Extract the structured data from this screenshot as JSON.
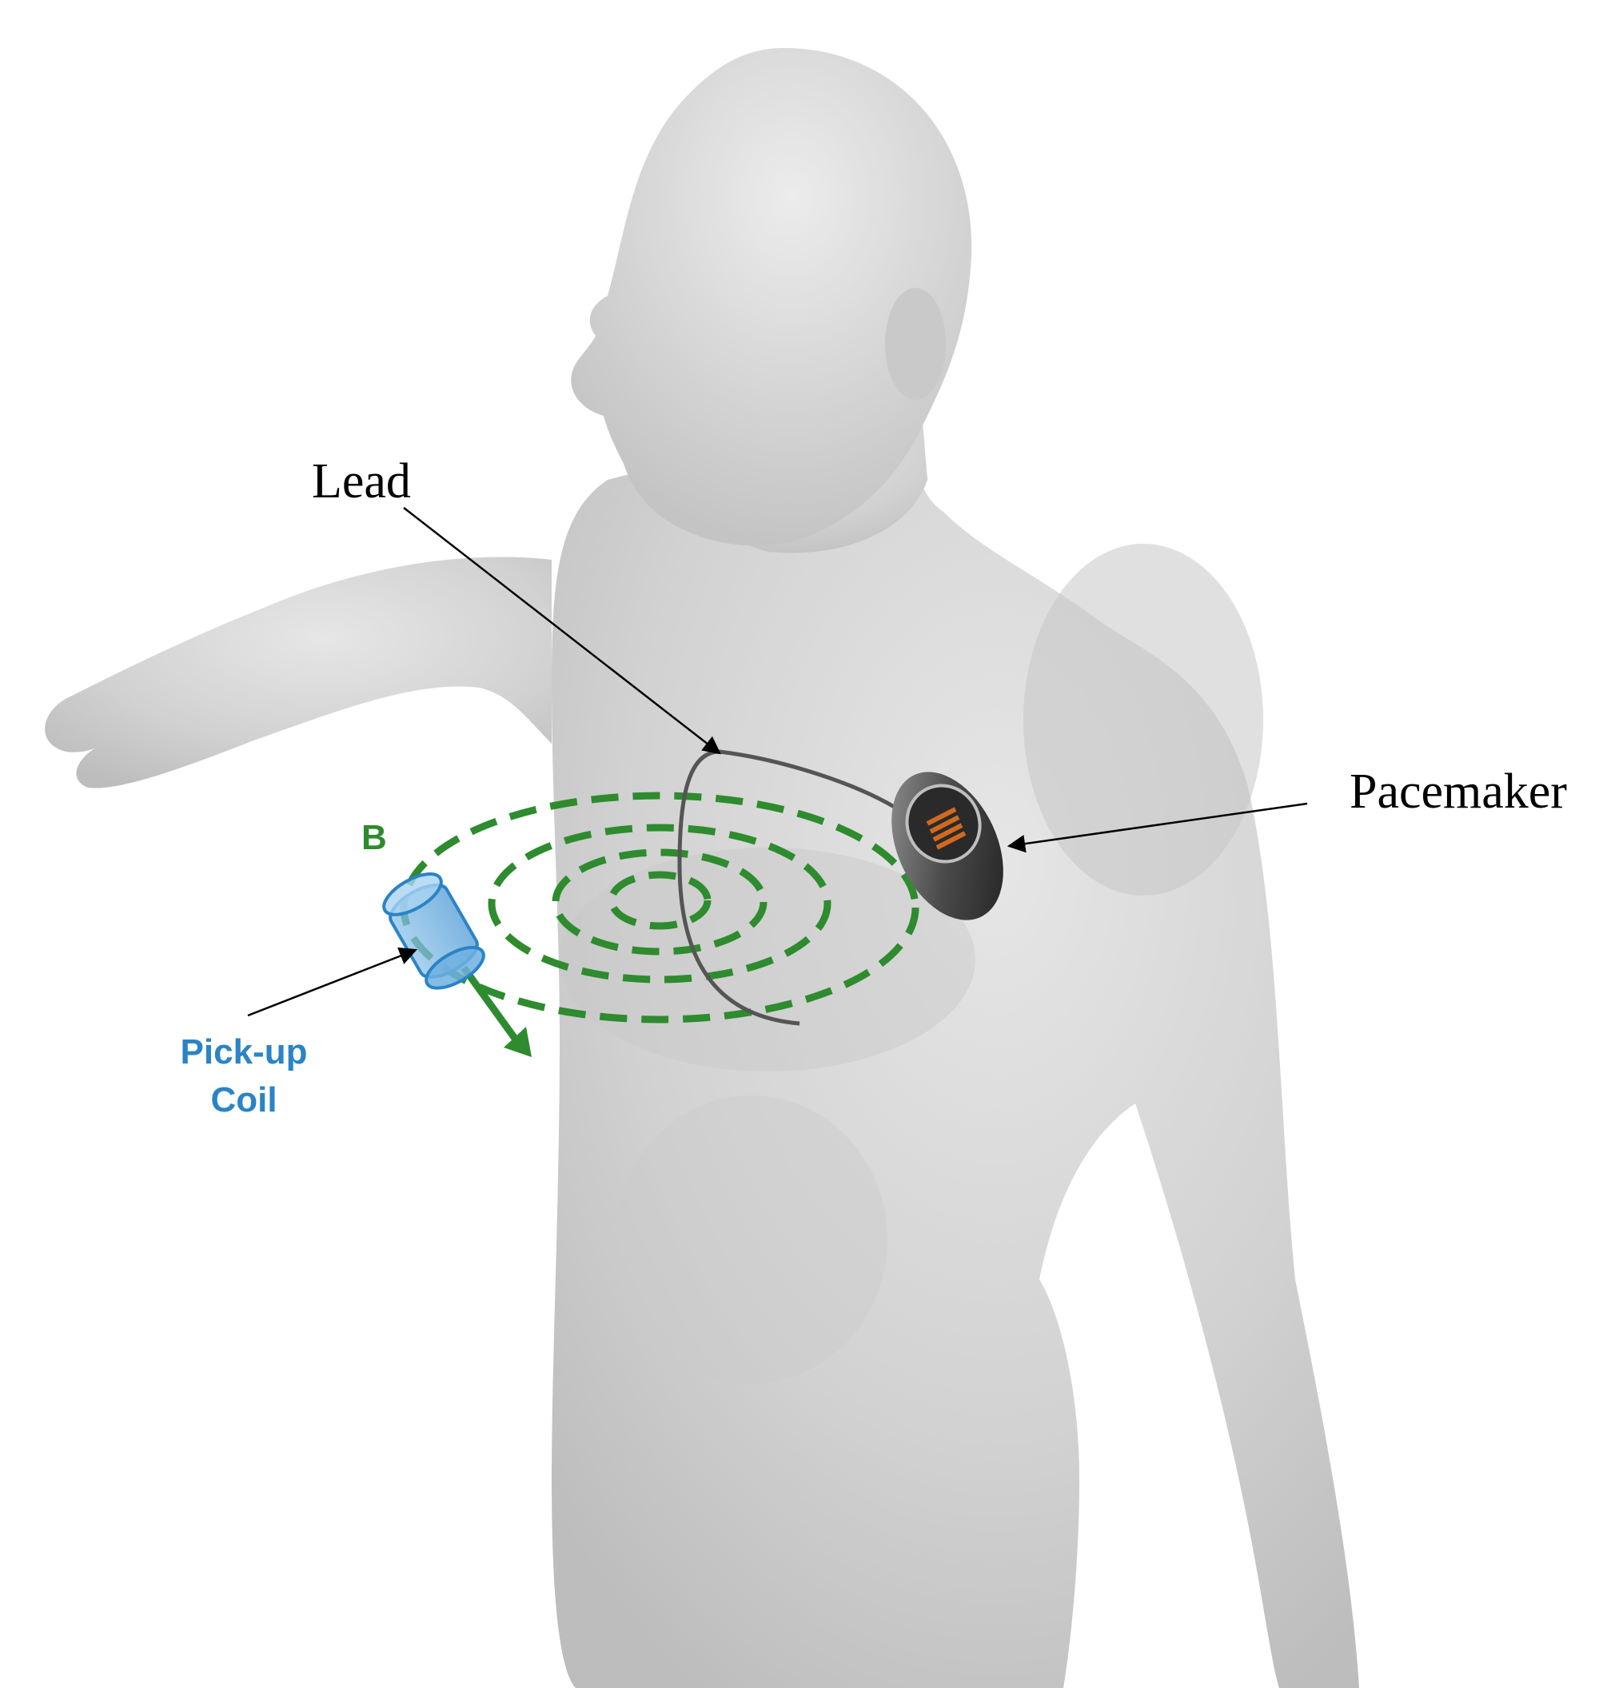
{
  "labels": {
    "lead": "Lead",
    "pacemaker": "Pacemaker",
    "field": "B",
    "coil_line1": "Pick-up",
    "coil_line2": "Coil"
  },
  "colors": {
    "body": "#d3d3d3",
    "field": "#2e8b2e",
    "coil": "#2a84c6",
    "lead_wire": "#555555",
    "text": "#000000"
  },
  "icons": {
    "pacemaker": "pacemaker-device-icon",
    "coil": "pickup-coil-icon"
  }
}
